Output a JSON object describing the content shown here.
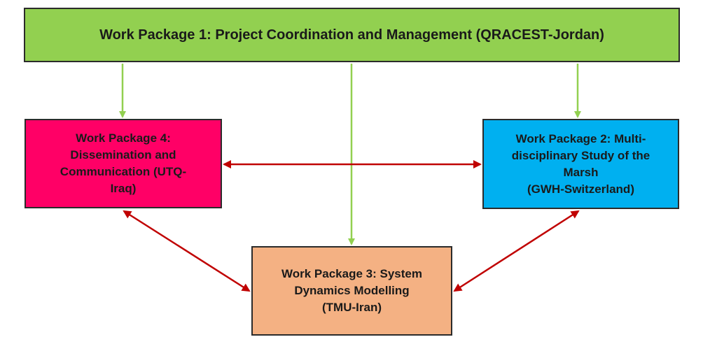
{
  "boxes": {
    "wp1": {
      "label": "Work Package 1: Project Coordination and Management (QRACEST-Jordan)",
      "color": "#92d050"
    },
    "wp2": {
      "label": "Work Package 2: Multi-\ndisciplinary Study of the\nMarsh\n(GWH-Switzerland)",
      "color": "#00b0f0"
    },
    "wp3": {
      "label": "Work Package 3: System\nDynamics Modelling\n(TMU-Iran)",
      "color": "#f4b183"
    },
    "wp4": {
      "label": "Work Package 4:\nDissemination and\nCommunication (UTQ-\nIraq)",
      "color": "#ff0066"
    }
  },
  "connectors": {
    "management_arrow_color": "#92d050",
    "collaboration_arrow_color": "#c00000",
    "management": [
      {
        "from": "wp1",
        "to": "wp4"
      },
      {
        "from": "wp1",
        "to": "wp3"
      },
      {
        "from": "wp1",
        "to": "wp2"
      }
    ],
    "collaboration": [
      {
        "between": [
          "wp4",
          "wp2"
        ]
      },
      {
        "between": [
          "wp4",
          "wp3"
        ]
      },
      {
        "between": [
          "wp2",
          "wp3"
        ]
      }
    ]
  }
}
